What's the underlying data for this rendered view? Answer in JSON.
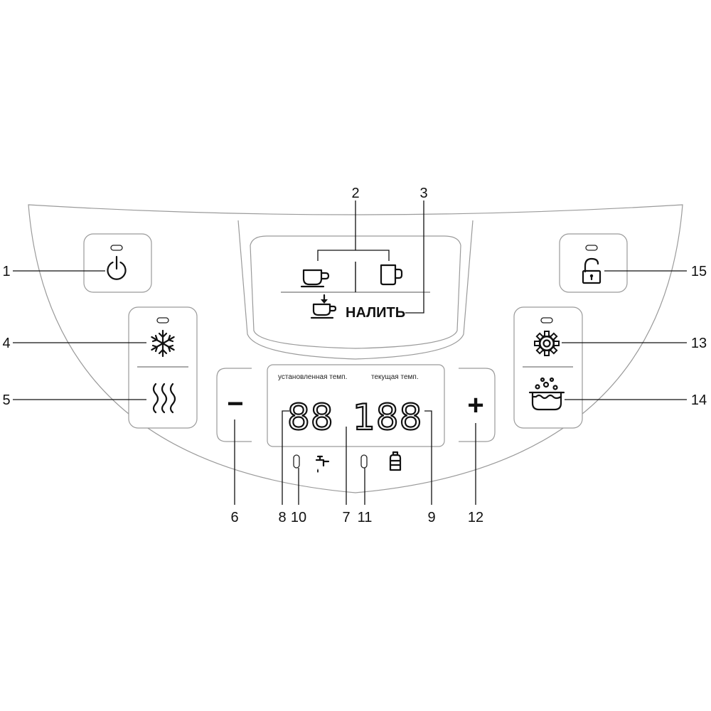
{
  "display": {
    "label_set_temp": "установленная темп.",
    "label_current_temp": "текущая темп.",
    "set_temp_digits": "88",
    "current_temp_digits": "188"
  },
  "pour": {
    "label": "НАЛИТЬ"
  },
  "buttons": {
    "minus_symbol": "−",
    "plus_symbol": "+"
  },
  "callouts": {
    "c1": "1",
    "c2": "2",
    "c3": "3",
    "c4": "4",
    "c5": "5",
    "c6": "6",
    "c7": "7",
    "c8": "8",
    "c9": "9",
    "c10": "10",
    "c11": "11",
    "c12": "12",
    "c13": "13",
    "c14": "14",
    "c15": "15"
  },
  "icons": [
    "power-icon",
    "small-cup-icon",
    "large-mug-icon",
    "pour-cup-icon",
    "snowflake-icon",
    "heat-waves-icon",
    "gear-icon",
    "boiling-pot-icon",
    "lock-open-icon",
    "tap-icon",
    "water-bottle-icon"
  ]
}
